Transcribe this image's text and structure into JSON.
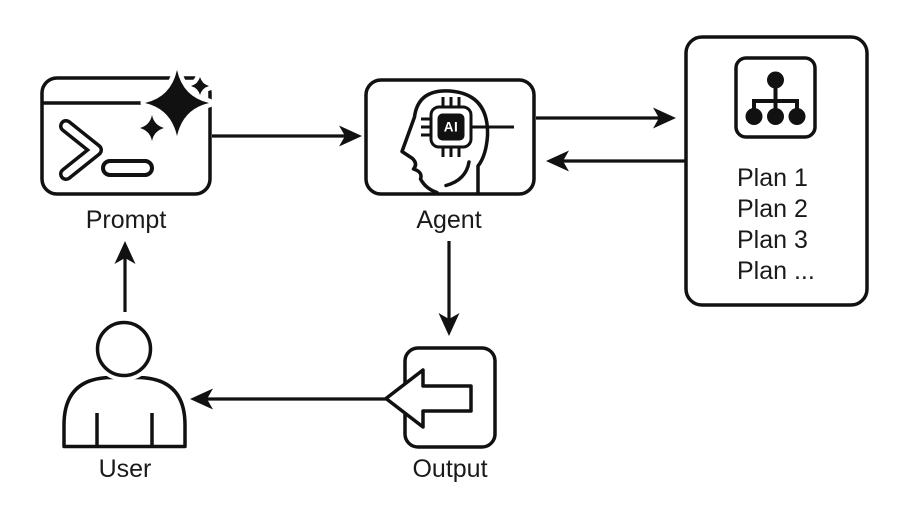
{
  "diagram": {
    "background_color": "#ffffff",
    "line_color": "#111111",
    "nodes": {
      "prompt": {
        "label": "Prompt",
        "icon": "terminal-sparkle-icon"
      },
      "agent": {
        "label": "Agent",
        "icon": "head-chip-icon",
        "chip_label": "AI"
      },
      "plans": {
        "icon": "hierarchy-icon",
        "items": [
          "Plan 1",
          "Plan 2",
          "Plan 3",
          "Plan ..."
        ]
      },
      "output": {
        "label": "Output",
        "icon": "export-arrow-icon"
      },
      "user": {
        "label": "User",
        "icon": "person-icon"
      }
    },
    "edges": [
      {
        "from": "User",
        "to": "Prompt"
      },
      {
        "from": "Prompt",
        "to": "Agent"
      },
      {
        "from": "Agent",
        "to": "Plans"
      },
      {
        "from": "Plans",
        "to": "Agent"
      },
      {
        "from": "Agent",
        "to": "Output"
      },
      {
        "from": "Output",
        "to": "User"
      }
    ]
  }
}
